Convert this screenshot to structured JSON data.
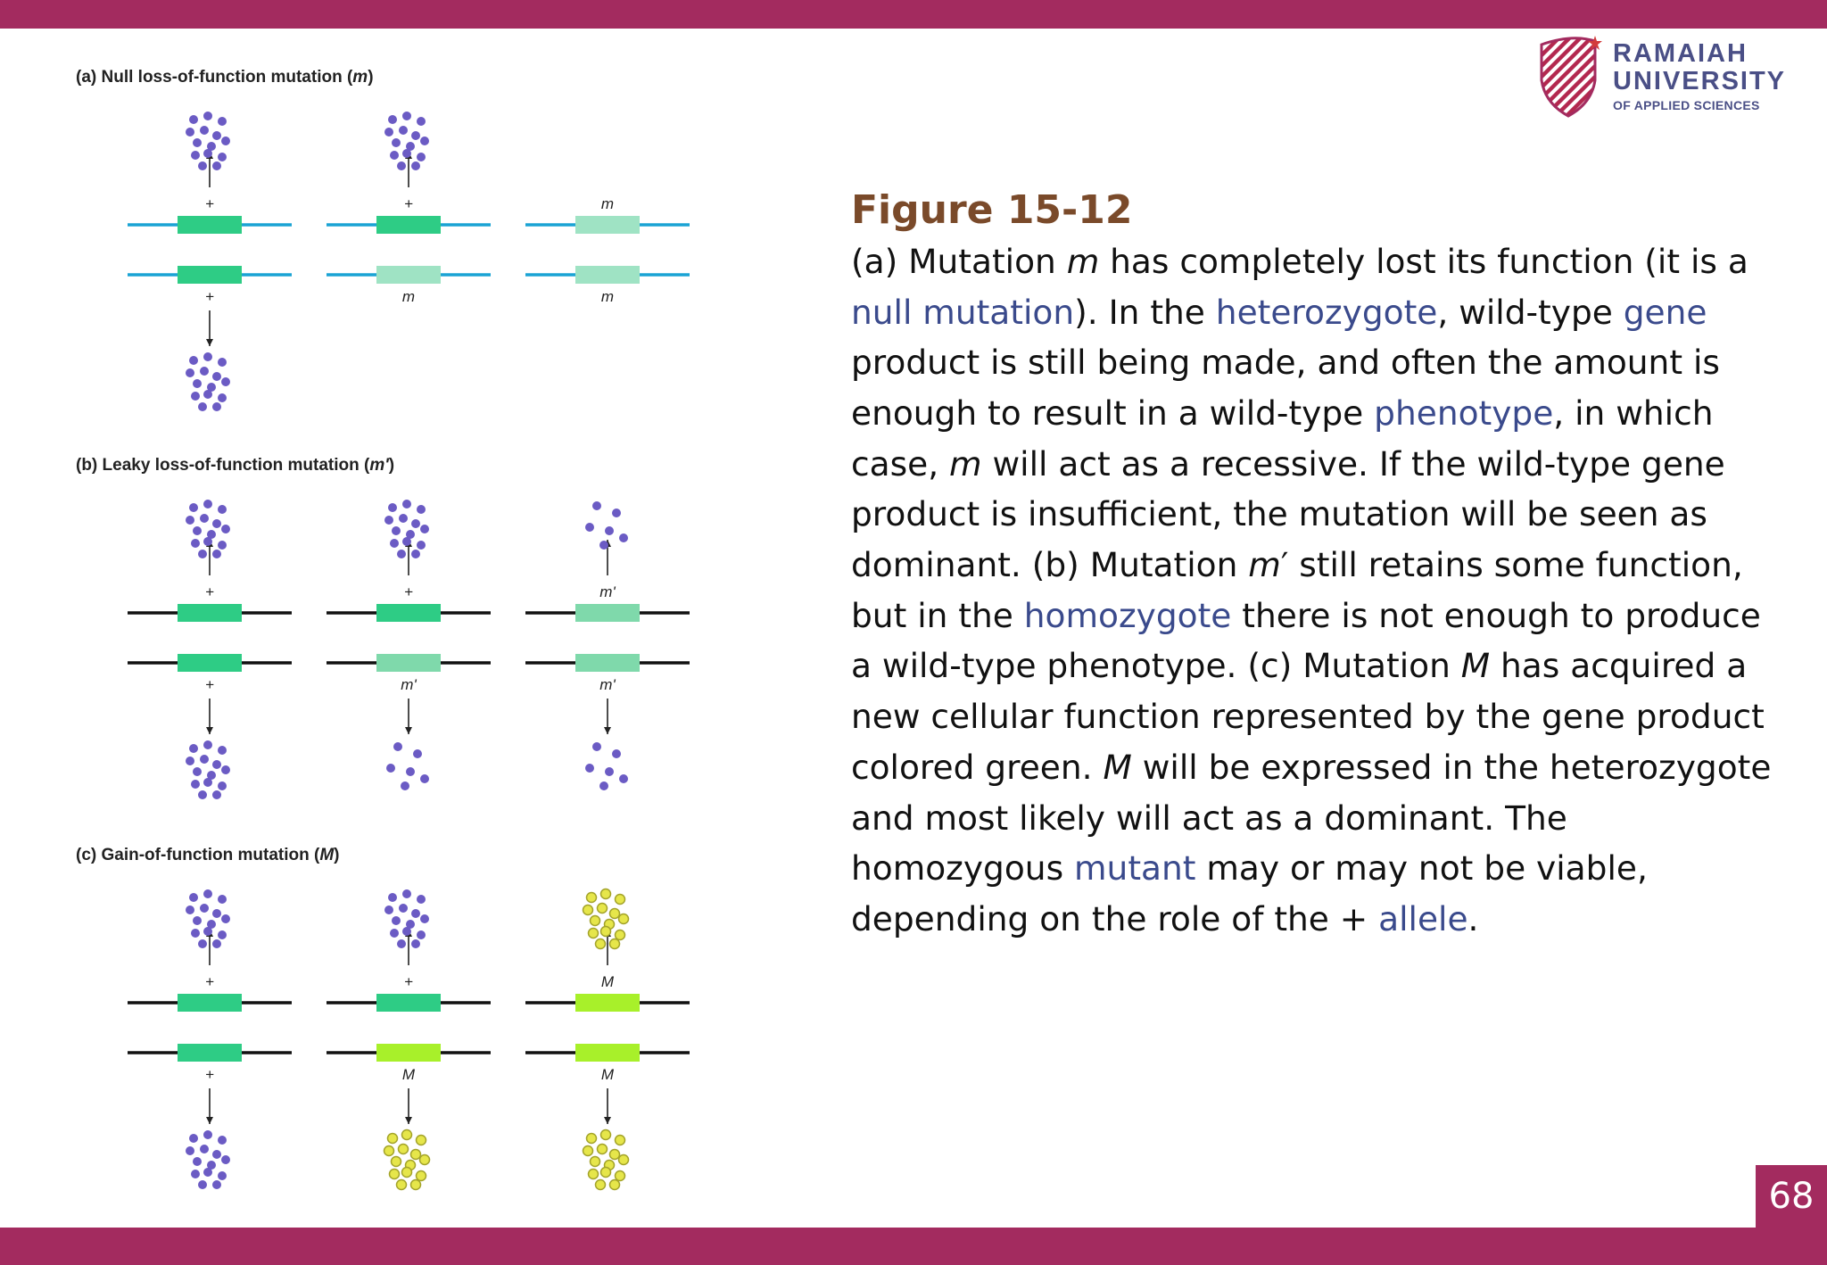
{
  "slide": {
    "page_number": "68",
    "colors": {
      "band": "#a32b5f",
      "title": "#7a4a2a",
      "term_link": "#3a4a8c",
      "logo_text": "#4a4f86"
    }
  },
  "logo": {
    "line1": "RAMAIAH",
    "line2": "UNIVERSITY",
    "line3": "OF APPLIED SCIENCES",
    "icon": "ramaiah-shield-logo"
  },
  "figure": {
    "panels": [
      {
        "heading_prefix": "(a) Null loss-of-function mutation (",
        "heading_symbol": "m",
        "heading_suffix": ")",
        "chromosome_color": "#1aa3d4",
        "columns": [
          {
            "top_label": "+",
            "bottom_label": "+",
            "top_product": "purple-dense",
            "bottom_product": "purple-dense",
            "top_gene": "wildtype",
            "bottom_gene": "wildtype"
          },
          {
            "top_label": "+",
            "bottom_label": "m",
            "top_product": "purple-dense",
            "bottom_product": "none",
            "top_gene": "wildtype",
            "bottom_gene": "null"
          },
          {
            "top_label": "m",
            "bottom_label": "m",
            "top_product": "none",
            "bottom_product": "none",
            "top_gene": "null",
            "bottom_gene": "null"
          }
        ]
      },
      {
        "heading_prefix": "(b) Leaky loss-of-function mutation (",
        "heading_symbol": "m'",
        "heading_suffix": ")",
        "chromosome_color": "#111111",
        "columns": [
          {
            "top_label": "+",
            "bottom_label": "+",
            "top_product": "purple-dense",
            "bottom_product": "purple-dense",
            "top_gene": "wildtype",
            "bottom_gene": "wildtype"
          },
          {
            "top_label": "+",
            "bottom_label": "m'",
            "top_product": "purple-dense",
            "bottom_product": "purple-sparse",
            "top_gene": "wildtype",
            "bottom_gene": "leaky"
          },
          {
            "top_label": "m'",
            "bottom_label": "m'",
            "top_product": "purple-sparse",
            "bottom_product": "purple-sparse",
            "top_gene": "leaky",
            "bottom_gene": "leaky"
          }
        ]
      },
      {
        "heading_prefix": "(c) Gain-of-function mutation (",
        "heading_symbol": "M",
        "heading_suffix": ")",
        "chromosome_color": "#111111",
        "columns": [
          {
            "top_label": "+",
            "bottom_label": "+",
            "top_product": "purple-dense",
            "bottom_product": "purple-dense",
            "top_gene": "wildtype",
            "bottom_gene": "wildtype"
          },
          {
            "top_label": "+",
            "bottom_label": "M",
            "top_product": "purple-dense",
            "bottom_product": "yellow-dense",
            "top_gene": "wildtype",
            "bottom_gene": "gain"
          },
          {
            "top_label": "M",
            "bottom_label": "M",
            "top_product": "yellow-dense",
            "bottom_product": "yellow-dense",
            "top_gene": "gain",
            "bottom_gene": "gain"
          }
        ]
      }
    ],
    "gene_colors": {
      "wildtype": "#2ecc85",
      "null": "#9fe3c4",
      "leaky": "#7fd9ab",
      "gain": "#a8f02a"
    },
    "product_colors": {
      "purple": "#6b5bc4",
      "yellow": "#e6e64a",
      "yellow_outline": "#a3a32a"
    }
  },
  "caption": {
    "title": "Figure 15-12",
    "segments": [
      {
        "text": "(a) Mutation "
      },
      {
        "text": "m",
        "style": "italic"
      },
      {
        "text": " has completely lost its function (it is a "
      },
      {
        "text": "null mutation",
        "style": "term"
      },
      {
        "text": "). In the "
      },
      {
        "text": "heterozygote",
        "style": "term"
      },
      {
        "text": ", wild-type "
      },
      {
        "text": "gene",
        "style": "term"
      },
      {
        "text": " product is still being made, and often the amount is enough to result in a wild-type "
      },
      {
        "text": "phenotype",
        "style": "term"
      },
      {
        "text": ", in which case, "
      },
      {
        "text": "m",
        "style": "italic"
      },
      {
        "text": " will act as a recessive. If the wild-type gene product is insufficient, the mutation will be seen as dominant. (b) Mutation "
      },
      {
        "text": "m",
        "style": "italic"
      },
      {
        "text": "′ still retains some function, but in the "
      },
      {
        "text": "homozygote",
        "style": "term"
      },
      {
        "text": " there is not enough to produce a wild-type phenotype. (c) Mutation "
      },
      {
        "text": "M",
        "style": "italic"
      },
      {
        "text": " has acquired a new cellular function represented by the gene product colored green. "
      },
      {
        "text": "M",
        "style": "italic"
      },
      {
        "text": " will be expressed in the heterozygote and most likely will act as a dominant. The homozygous "
      },
      {
        "text": "mutant",
        "style": "term"
      },
      {
        "text": " may or may not be viable, depending on the role of the + "
      },
      {
        "text": "allele",
        "style": "term"
      },
      {
        "text": "."
      }
    ]
  }
}
